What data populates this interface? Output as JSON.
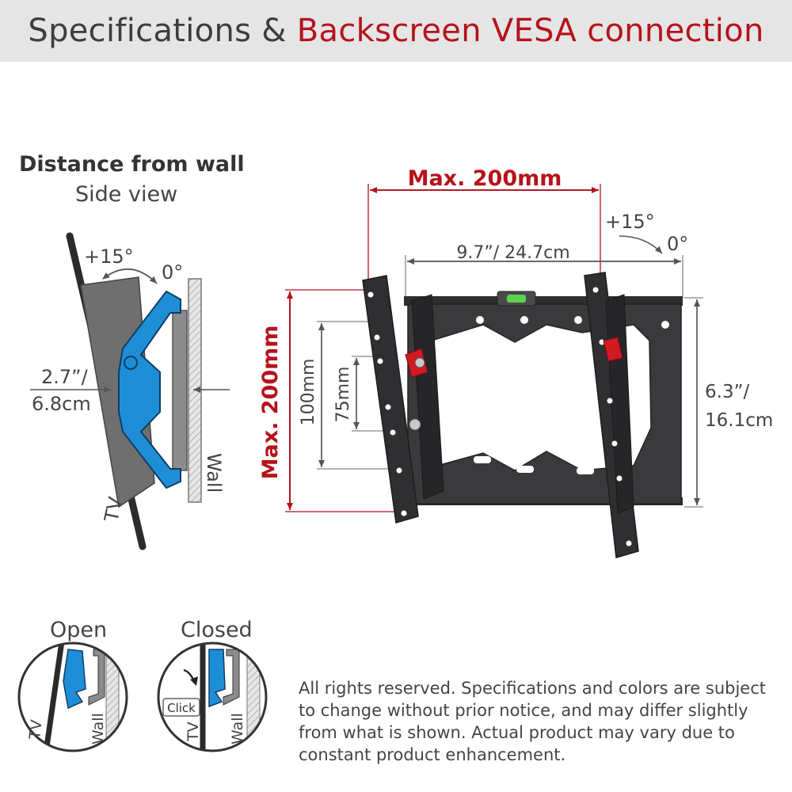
{
  "banner": {
    "title_plain": "Specifications & ",
    "title_accent": "Backscreen VESA connection"
  },
  "side_view": {
    "title": "Distance from wall",
    "subtitle": "Side view",
    "tilt_label": "+15°",
    "zero_label": "0°",
    "distance_line1": "2.7”/",
    "distance_line2": "6.8cm",
    "tv_label": "TV",
    "wall_label": "Wall"
  },
  "bracket_view": {
    "max_width": "Max. 200mm",
    "max_height": "Max. 200mm",
    "width_dim": "9.7”/ 24.7cm",
    "height_dim_line1": "6.3”/",
    "height_dim_line2": "16.1cm",
    "tilt_label": "+15°",
    "zero_label": "0°",
    "vesa_100": "100mm",
    "vesa_75": "75mm"
  },
  "lock_view": {
    "open_label": "Open",
    "closed_label": "Closed",
    "click_label": "Click",
    "tv_label": "TV",
    "wall_label": "Wall"
  },
  "disclaimer": "All rights reserved. Specifications and colors are subject to change without prior notice, and may differ slightly from what is shown. Actual product may vary due to constant product enhancement.",
  "colors": {
    "accent_red": "#b5121b",
    "bracket_blue": "#1e8fd6",
    "bracket_dark": "#3b3b3d"
  }
}
